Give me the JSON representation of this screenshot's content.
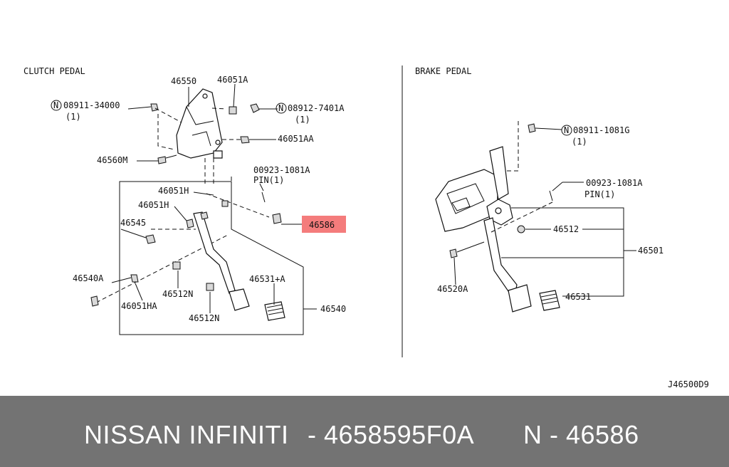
{
  "sections": {
    "clutch": "CLUTCH PEDAL",
    "brake": "BRAKE PEDAL"
  },
  "labels": {
    "p46550": "46550",
    "p46051A": "46051A",
    "n08911_34000": "08911-34000",
    "qty1_a": "(1)",
    "n08912_7401A": "08912-7401A",
    "qty1_b": "(1)",
    "p46051AA": "46051AA",
    "p46560M": "46560M",
    "p00923_a": "00923-1081A",
    "pin1_a": "PIN(1)",
    "p46051H_a": "46051H",
    "p46051H_b": "46051H",
    "p46586": "46586",
    "p46545": "46545",
    "p46540A": "46540A",
    "p46512N_a": "46512N",
    "p46531A": "46531+A",
    "p46051HA": "46051HA",
    "p46512N_b": "46512N",
    "p46540": "46540",
    "n08911_1081G": "08911-1081G",
    "qty1_c": "(1)",
    "p00923_b": "00923-1081A",
    "pin1_b": "PIN(1)",
    "p46512": "46512",
    "p46501": "46501",
    "p46520A": "46520A",
    "p46531": "46531",
    "drawing_code": "J46500D9"
  },
  "footer": {
    "brand": "NISSAN  INFINITI",
    "part_number": "- 4658595F0A",
    "ref": "N - 46586"
  },
  "colors": {
    "highlight": "#f47c7c",
    "footer_bg": "#737373"
  }
}
